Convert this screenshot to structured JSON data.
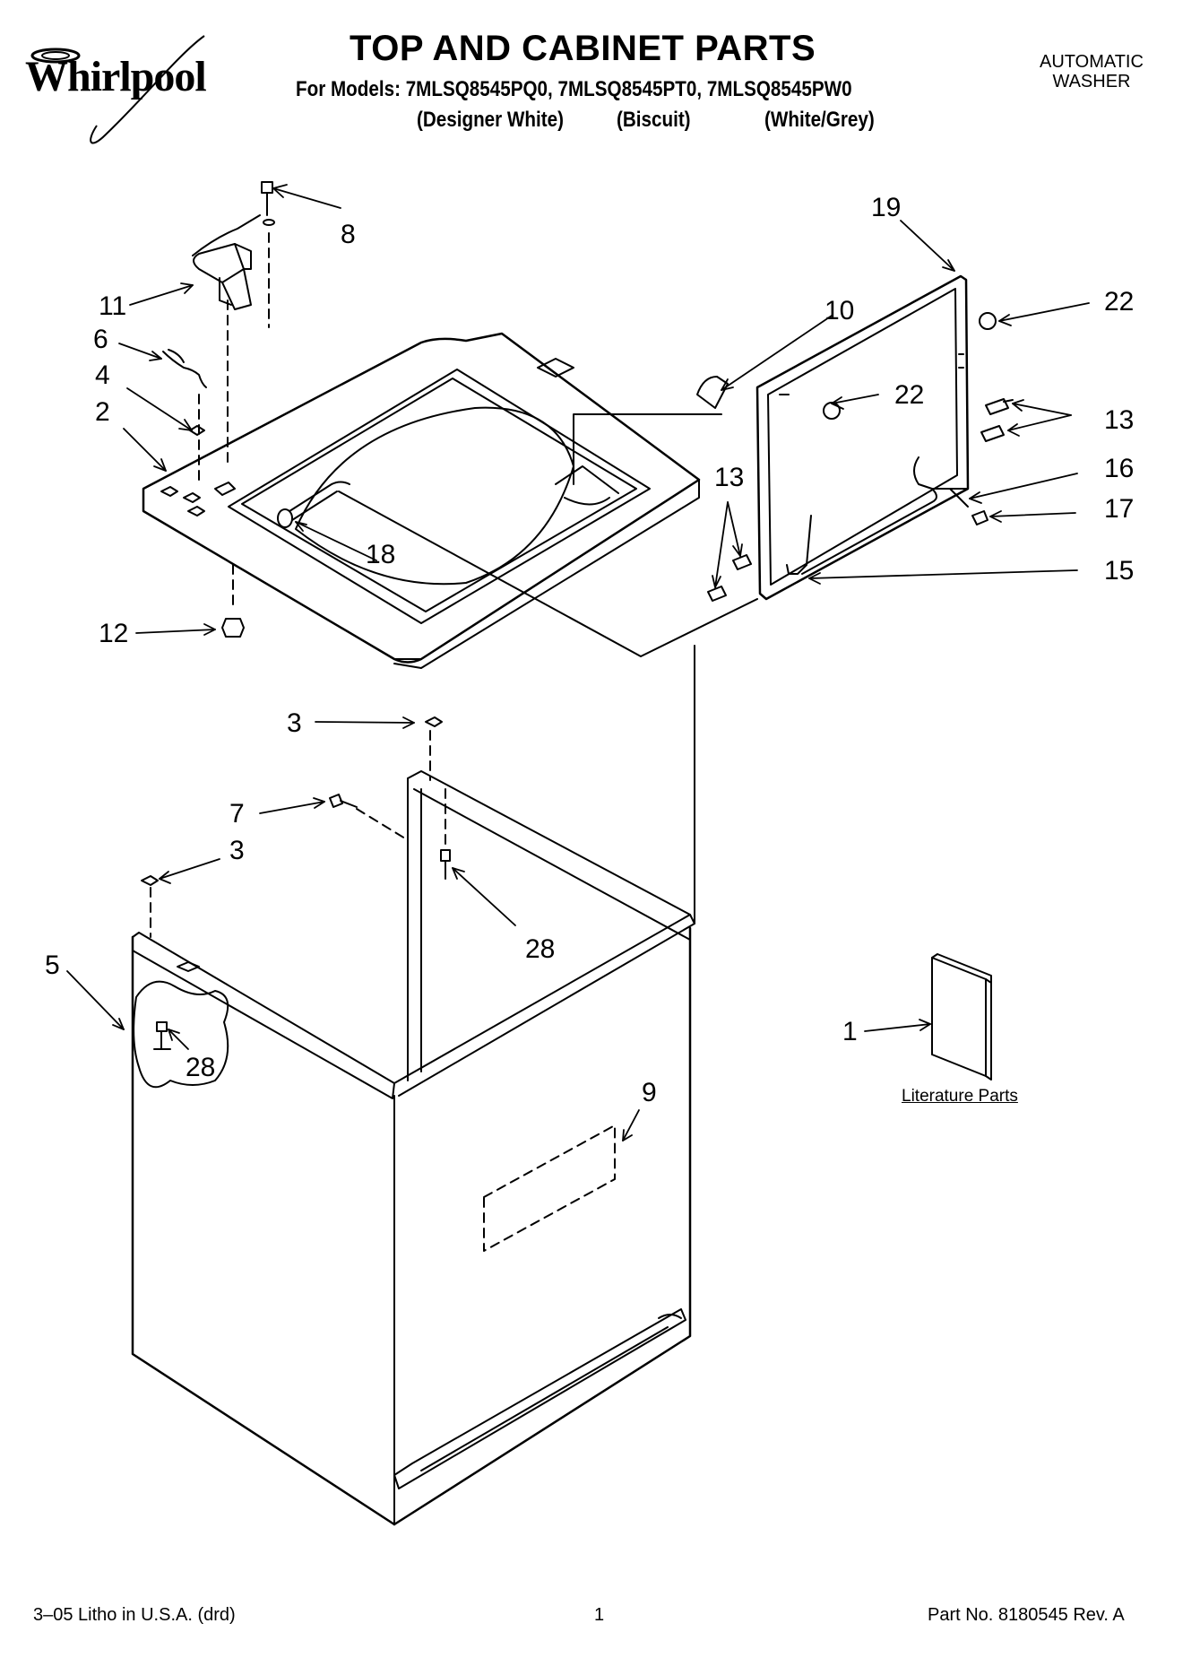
{
  "brand": {
    "name": "Whirlpool"
  },
  "header": {
    "title": "TOP AND CABINET PARTS",
    "models_line": "For Models: 7MLSQ8545PQ0, 7MLSQ8545PT0, 7MLSQ8545PW0",
    "variants": [
      "(Designer White)",
      "(Biscuit)",
      "(White/Grey)"
    ],
    "product_type_line1": "AUTOMATIC",
    "product_type_line2": "WASHER"
  },
  "callouts": {
    "c1": "1",
    "c2": "2",
    "c3a": "3",
    "c3b": "3",
    "c4": "4",
    "c5": "5",
    "c6": "6",
    "c7": "7",
    "c8": "8",
    "c9": "9",
    "c10": "10",
    "c11": "11",
    "c12": "12",
    "c13a": "13",
    "c13b": "13",
    "c15": "15",
    "c16": "16",
    "c17": "17",
    "c18": "18",
    "c19": "19",
    "c22a": "22",
    "c22b": "22",
    "c28a": "28",
    "c28b": "28"
  },
  "literature_label": "Literature Parts",
  "footer": {
    "print_info": "3–05 Litho in U.S.A. (drd)",
    "page_number": "1",
    "part_number": "Part No. 8180545 Rev. A"
  },
  "colors": {
    "ink": "#000000",
    "paper": "#ffffff"
  }
}
